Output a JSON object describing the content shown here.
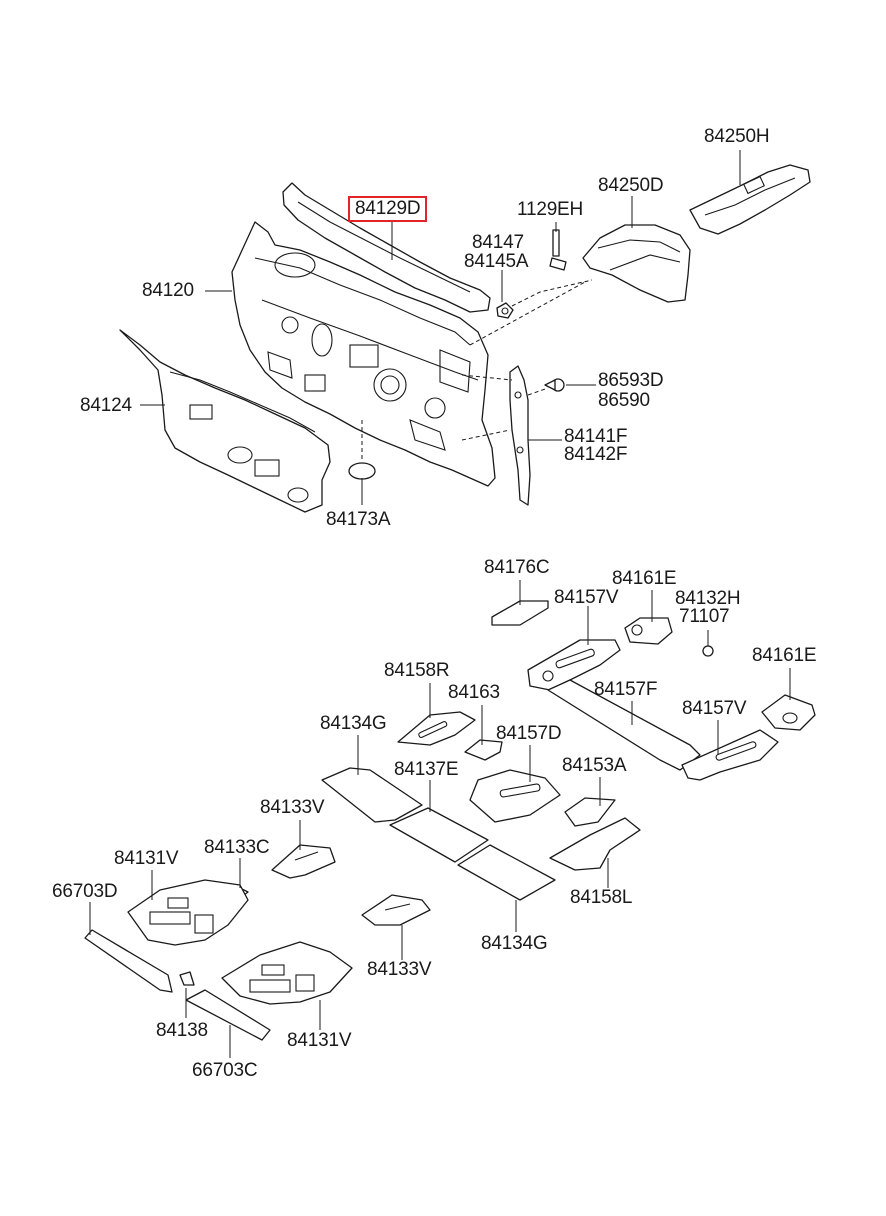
{
  "highlight_color": "#e0242a",
  "labels": {
    "p84250H": "84250H",
    "p84250D": "84250D",
    "p1129EH": "1129EH",
    "p84129D": "84129D",
    "p84147": "84147",
    "p84145A": "84145A",
    "p84120": "84120",
    "p86593D": "86593D",
    "p86590": "86590",
    "p84124": "84124",
    "p84141F": "84141F",
    "p84142F": "84142F",
    "p84173A": "84173A",
    "p84176C": "84176C",
    "p84161E_a": "84161E",
    "p84157V_a": "84157V",
    "p84132H": "84132H",
    "p71107": "71107",
    "p84161E_b": "84161E",
    "p84158R": "84158R",
    "p84163": "84163",
    "p84157F": "84157F",
    "p84134G_a": "84134G",
    "p84157V_b": "84157V",
    "p84157D": "84157D",
    "p84137E": "84137E",
    "p84153A": "84153A",
    "p84133V_a": "84133V",
    "p84131V_a": "84131V",
    "p84133C": "84133C",
    "p66703D": "66703D",
    "p84158L": "84158L",
    "p84134G_b": "84134G",
    "p84133V_b": "84133V",
    "p84138": "84138",
    "p84131V_b": "84131V",
    "p66703C": "66703C"
  }
}
